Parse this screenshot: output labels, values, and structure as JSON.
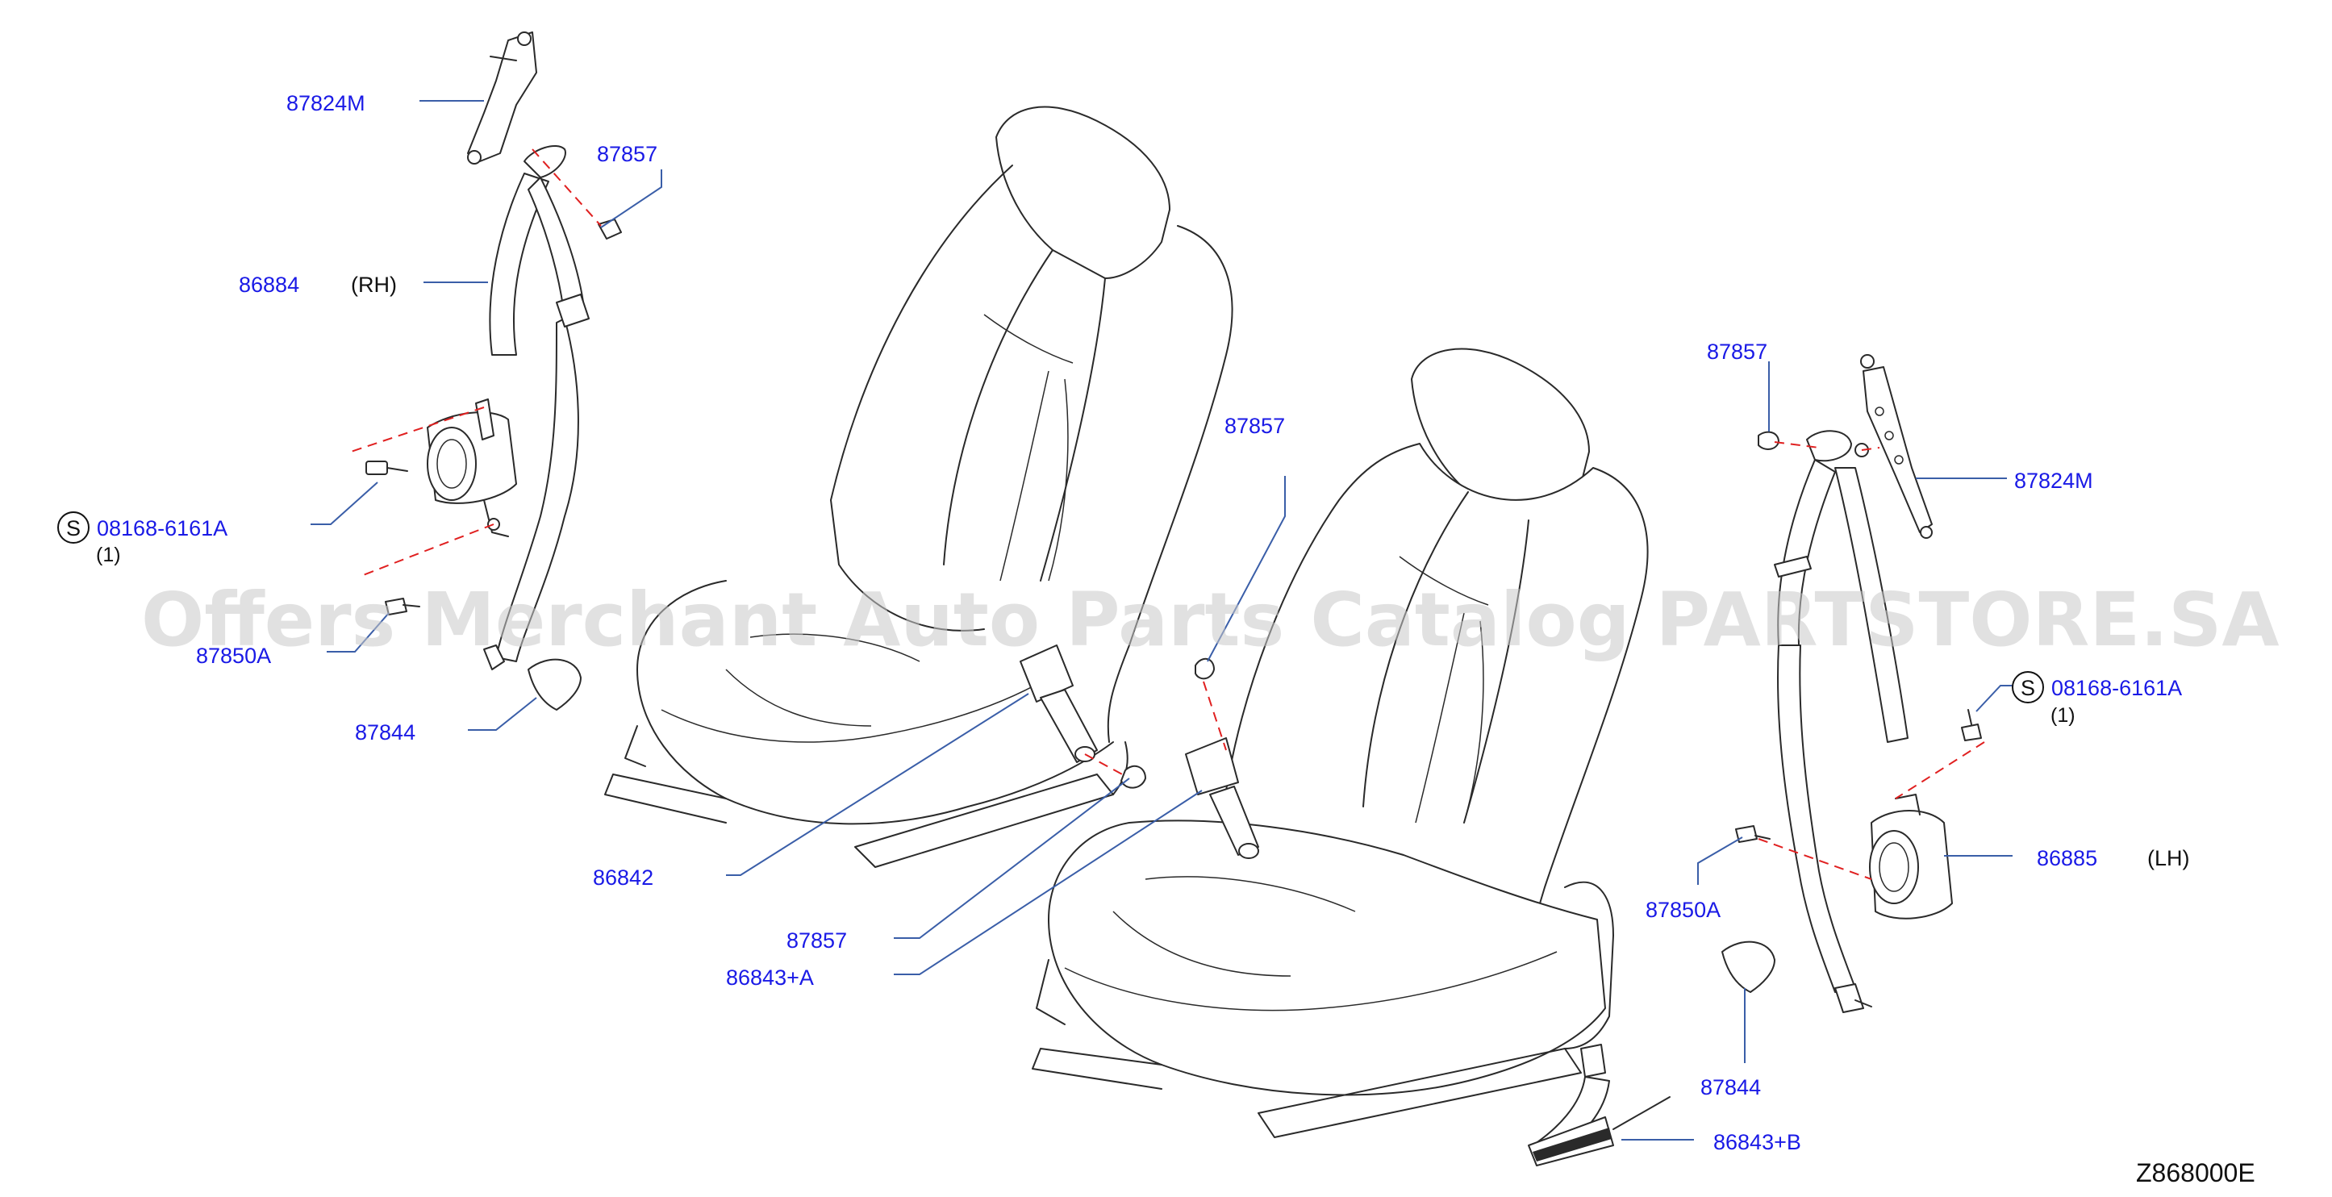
{
  "diagram_code": "Z868000E",
  "watermark": "Offers Merchant Auto Parts Catalog PARTSTORE.SA",
  "labels": {
    "p87824m_rh": "87824M",
    "p87857_top": "87857",
    "p86884": "86884",
    "rh": "(RH)",
    "s_bolt_rh": "08168-6161A",
    "s_qty_rh": "(1)",
    "p87850a_rh": "87850A",
    "p87844_rh": "87844",
    "p86842": "86842",
    "p87857_mid": "87857",
    "p86843a": "86843+A",
    "p87857_center": "87857",
    "p87857_right": "87857",
    "p87824m_lh": "87824M",
    "s_bolt_lh": "08168-6161A",
    "s_qty_lh": "(1)",
    "p86885": "86885",
    "lh": "(LH)",
    "p87850a_lh": "87850A",
    "p87844_lh": "87844",
    "p86843b": "86843+B"
  },
  "symbols": {
    "s_mark": "S"
  },
  "colors": {
    "label": "#1a1ae6",
    "leader": "#3a5ea8",
    "dash": "#e02020",
    "line": "#2a2a2a"
  }
}
